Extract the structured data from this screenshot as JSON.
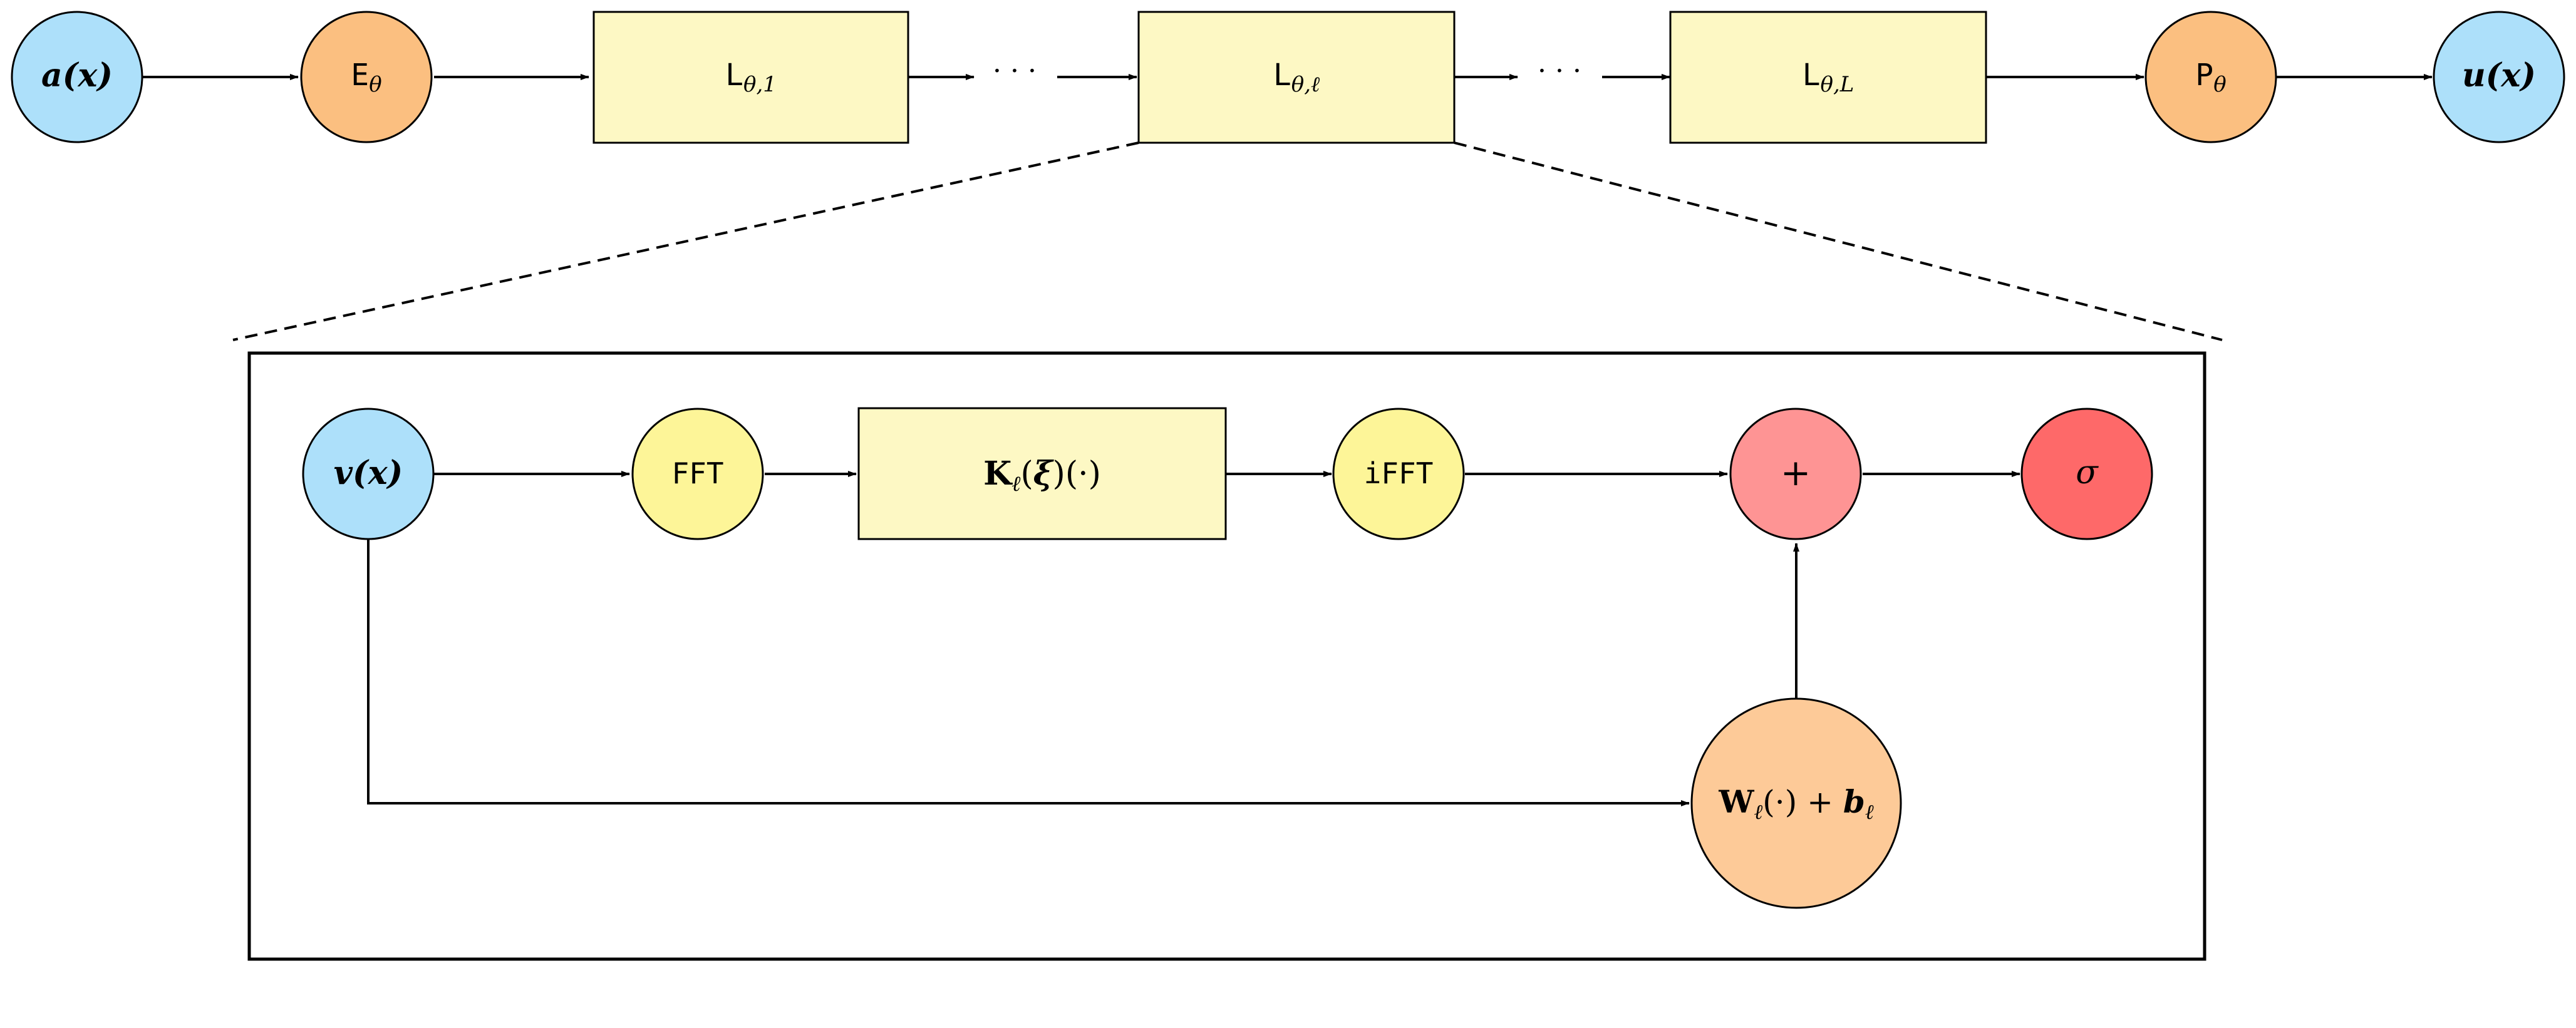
{
  "top_row": {
    "input": {
      "text": "a(x)",
      "color": "#ade0fa"
    },
    "encoder": {
      "letter": "E",
      "sub": "θ",
      "color": "#fbbf80"
    },
    "layer_first": {
      "letter": "L",
      "sub": "θ,1",
      "color": "#fdf8c4"
    },
    "dots_1": "· · ·",
    "layer_mid": {
      "letter": "L",
      "sub": "θ,ℓ",
      "color": "#fdf8c4"
    },
    "dots_2": "· · ·",
    "layer_last": {
      "letter": "L",
      "sub_a": "θ,",
      "sub_b": "L",
      "color": "#fdf8c4"
    },
    "projector": {
      "letter": "P",
      "sub": "θ",
      "color": "#fbbf80"
    },
    "output": {
      "text": "u(x)",
      "color": "#ade0fa"
    }
  },
  "detail": {
    "input": {
      "text": "v(x)",
      "color": "#ade0fa"
    },
    "fft": {
      "label": "FFT",
      "color": "#fdf598"
    },
    "kernel": {
      "letter": "K",
      "sub": "ℓ",
      "tail_a": "(",
      "xi": "ξ",
      "tail_b": ")(·)",
      "color": "#fdf8c4"
    },
    "ifft": {
      "label": "iFFT",
      "color": "#fdf598"
    },
    "sum": {
      "label": "+",
      "color": "#fe9494"
    },
    "activation": {
      "label": "σ",
      "color": "#fe6969"
    },
    "linear": {
      "w": "W",
      "w_sub": "ℓ",
      "mid": "(·) + ",
      "b": "b",
      "b_sub": "ℓ",
      "color": "#fdca98"
    }
  },
  "colors": {
    "stroke": "#000000",
    "background": "#ffffff"
  }
}
